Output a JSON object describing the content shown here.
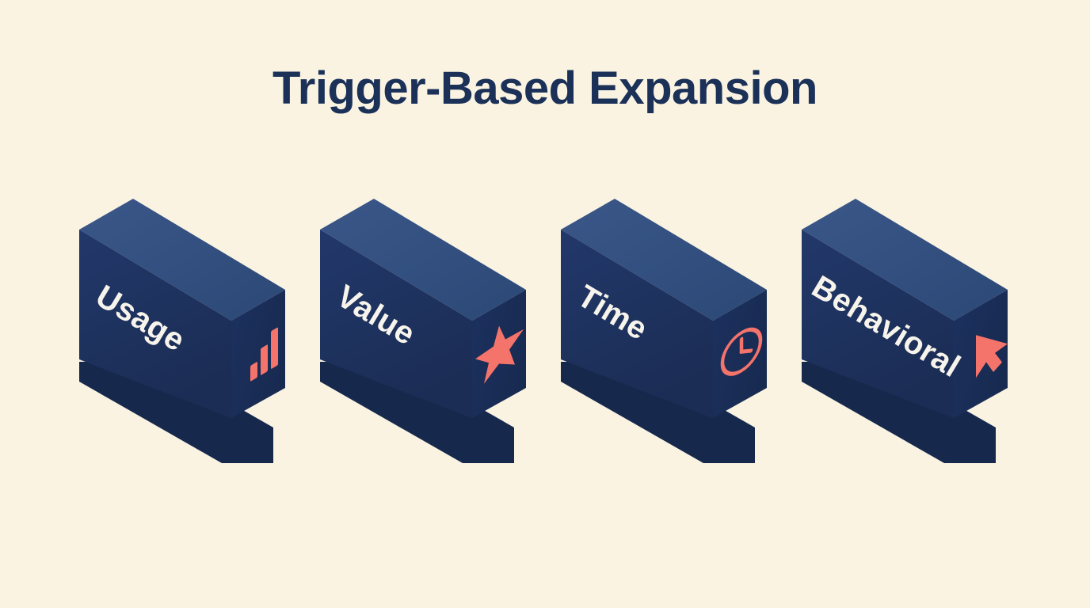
{
  "title": "Trigger-Based Expansion",
  "colors": {
    "background": "#faf3e2",
    "title_text": "#1b3158",
    "block_front": "#1f3462",
    "block_top": "#32507f",
    "block_side": "#1a2c52",
    "block_shadow": "#142banother",
    "shadow": "#162a4f",
    "label_text": "#f7f4ec",
    "accent": "#f4746b"
  },
  "blocks": [
    {
      "label": "Usage",
      "icon": "bar-chart-icon",
      "icon_name": "bar-chart",
      "accent": "#f4746b"
    },
    {
      "label": "Value",
      "icon": "star-icon",
      "icon_name": "star",
      "accent": "#f4746b"
    },
    {
      "label": "Time",
      "icon": "clock-icon",
      "icon_name": "clock",
      "accent": "#f4746b"
    },
    {
      "label": "Behavioral",
      "icon": "cursor-icon",
      "icon_name": "cursor",
      "accent": "#f4746b"
    }
  ]
}
